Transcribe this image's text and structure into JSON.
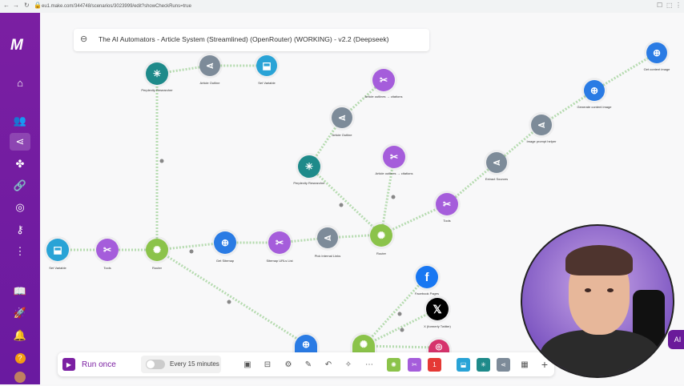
{
  "browser": {
    "url": "eu1.make.com/344748/scenarios/3023999/edit?showCheckRuns=true"
  },
  "scenario": {
    "title": "The AI Automators - Article System (Streamlined) (OpenRouter) (WORKING) - v2.2 (Deepseek)"
  },
  "modules": [
    {
      "label": "Perplexity Researcher",
      "color": "#1e8a8a",
      "icon": "perplexity-icon"
    },
    {
      "label": "Article Outline",
      "color": "#7d8b99",
      "icon": "openrouter-icon"
    },
    {
      "label": "Set Variable",
      "color": "#29a3d6",
      "icon": "variable-icon"
    },
    {
      "label": "Article outlines → citations",
      "color": "#a55ddb",
      "icon": "tools-icon"
    },
    {
      "label": "Article Outline",
      "color": "#7d8b99",
      "icon": "openrouter-icon"
    },
    {
      "label": "Article outlines → citations",
      "color": "#a55ddb",
      "icon": "tools-icon"
    },
    {
      "label": "Perplexity Researcher",
      "color": "#1e8a8a",
      "icon": "perplexity-icon"
    },
    {
      "label": "Tools",
      "color": "#a55ddb",
      "icon": "tools-icon"
    },
    {
      "label": "Extract Sources",
      "color": "#7d8b99",
      "icon": "openrouter-icon"
    },
    {
      "label": "Image prompt helper",
      "color": "#7d8b99",
      "icon": "openrouter-icon"
    },
    {
      "label": "Generate content image",
      "color": "#2a7be4",
      "icon": "http-icon"
    },
    {
      "label": "Get content image",
      "color": "#2a7be4",
      "icon": "http-icon"
    },
    {
      "label": "Set Variable",
      "color": "#29a3d6",
      "icon": "variable-icon"
    },
    {
      "label": "Tools",
      "color": "#a55ddb",
      "icon": "tools-icon"
    },
    {
      "label": "Router",
      "color": "#8bc34a",
      "icon": "router-icon"
    },
    {
      "label": "Get Sitemap",
      "color": "#2a7be4",
      "icon": "http-icon"
    },
    {
      "label": "Sitemap URLs List",
      "color": "#a55ddb",
      "icon": "tools-icon"
    },
    {
      "label": "Pick Internal Links",
      "color": "#7d8b99",
      "icon": "openrouter-icon"
    },
    {
      "label": "Router",
      "color": "#8bc34a",
      "icon": "router-icon"
    },
    {
      "label": "Facebook Pages",
      "color": "#1877f2",
      "icon": "facebook-icon"
    },
    {
      "label": "X (formerly Twitter)",
      "color": "#000000",
      "icon": "x-icon"
    }
  ],
  "toolbar": {
    "run_once": "Run once",
    "schedule": "Every 15 minutes",
    "badge": "1"
  },
  "colors": {
    "sidebar": "#6a1aa0",
    "accent": "#7b1fa2"
  },
  "side_tab": "AI"
}
